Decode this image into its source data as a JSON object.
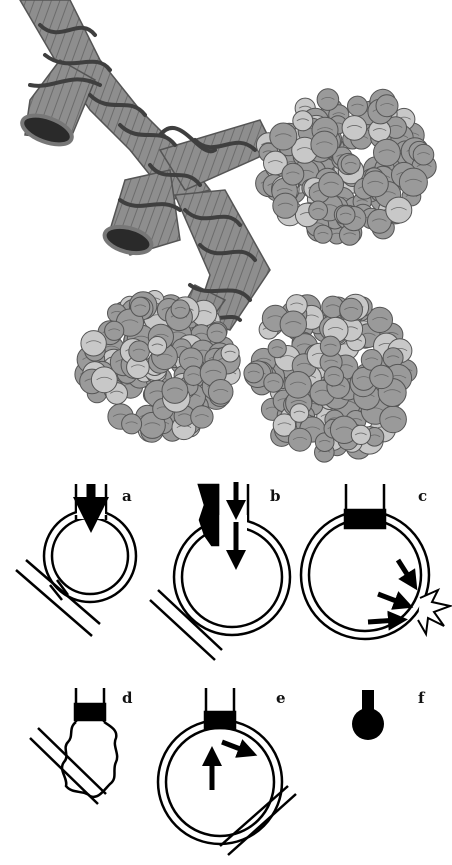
{
  "illustration": {
    "subject": "bronchial-tree-with-alveolar-clusters",
    "colors": {
      "airway_fill": "#8c8c8c",
      "airway_stripe": "#6b6b6b",
      "alveolus_fill": "#9a9a9a",
      "alveolus_light": "#c8c8c8",
      "band": "#4a4a4a"
    }
  },
  "panels": [
    {
      "id": "a",
      "label": "a"
    },
    {
      "id": "b",
      "label": "b"
    },
    {
      "id": "c",
      "label": "c"
    },
    {
      "id": "d",
      "label": "d"
    },
    {
      "id": "e",
      "label": "e"
    },
    {
      "id": "f",
      "label": "f"
    }
  ]
}
